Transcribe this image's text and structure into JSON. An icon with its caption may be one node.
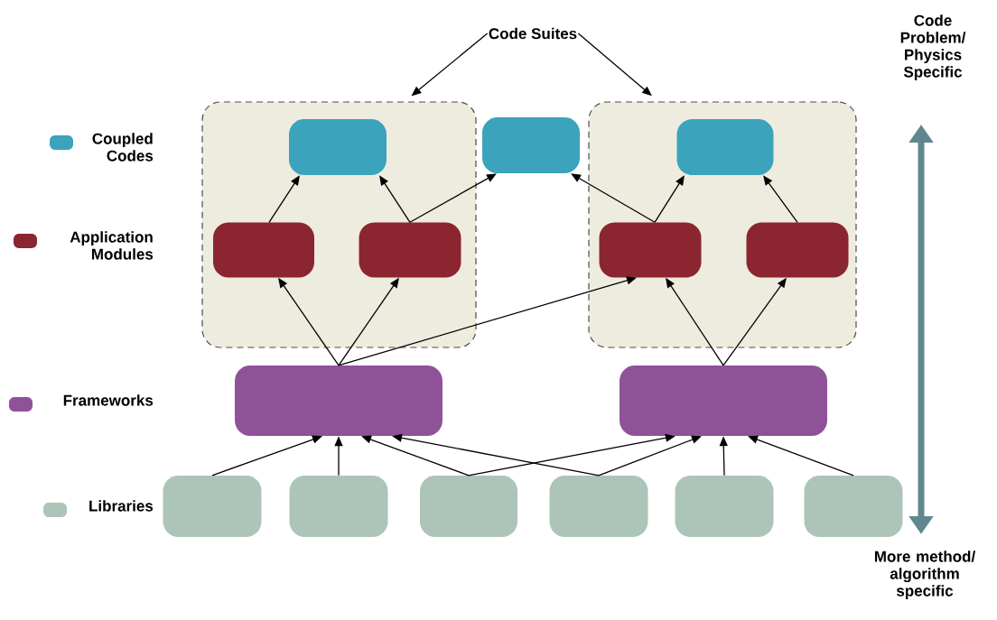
{
  "diagram": {
    "nodes": [
      {
        "text": [],
        "shape": "box"
      },
      {
        "text": [],
        "shape": "box"
      },
      {
        "text": [
          "Code Suites"
        ]
      },
      {
        "text": [],
        "shape": "box",
        "in": 0
      },
      {
        "text": [],
        "shape": "box"
      },
      {
        "text": [],
        "shape": "box",
        "in": 1
      },
      {
        "text": [],
        "shape": "box",
        "in": 0
      },
      {
        "text": [],
        "shape": "box",
        "in": 0
      },
      {
        "text": [],
        "shape": "box",
        "in": 1
      },
      {
        "text": [],
        "shape": "box",
        "in": 1
      },
      {
        "text": [],
        "shape": "box"
      },
      {
        "text": [],
        "shape": "box"
      },
      {
        "text": [],
        "shape": "box"
      },
      {
        "text": [],
        "shape": "box"
      },
      {
        "text": [],
        "shape": "box"
      },
      {
        "text": [],
        "shape": "box"
      },
      {
        "text": [],
        "shape": "box"
      },
      {
        "text": [],
        "shape": "box"
      }
    ],
    "edges": [
      {
        "from": 2,
        "to": 0,
        "arrow": "to"
      },
      {
        "from": 2,
        "to": 1,
        "arrow": "to"
      },
      {
        "from": 6,
        "to": 3,
        "arrow": "to"
      },
      {
        "from": 7,
        "to": 3,
        "arrow": "to"
      },
      {
        "from": 7,
        "to": 4,
        "arrow": "to"
      },
      {
        "from": 8,
        "to": 4,
        "arrow": "to"
      },
      {
        "from": 8,
        "to": 5,
        "arrow": "to"
      },
      {
        "from": 9,
        "to": 5,
        "arrow": "to"
      },
      {
        "from": 10,
        "to": 6,
        "arrow": "to"
      },
      {
        "from": 10,
        "to": 7,
        "arrow": "to"
      },
      {
        "from": 10,
        "to": 8,
        "arrow": "to"
      },
      {
        "from": 11,
        "to": 8,
        "arrow": "to"
      },
      {
        "from": 11,
        "to": 9,
        "arrow": "to"
      },
      {
        "from": 12,
        "to": 10,
        "arrow": "to"
      },
      {
        "from": 13,
        "to": 10,
        "arrow": "to"
      },
      {
        "from": 14,
        "to": 10,
        "arrow": "to"
      },
      {
        "from": 15,
        "to": 10,
        "arrow": "to"
      },
      {
        "from": 14,
        "to": 11,
        "arrow": "to"
      },
      {
        "from": 15,
        "to": 11,
        "arrow": "to"
      },
      {
        "from": 16,
        "to": 11,
        "arrow": "to"
      },
      {
        "from": 17,
        "to": 11,
        "arrow": "to"
      }
    ],
    "labels": [
      "Code Problem/ Physics Specific",
      "More method/ algorithm specific"
    ],
    "legend": [
      {
        "text": "Coupled Codes",
        "color": "#3ba3bb"
      },
      {
        "text": "Application Modules",
        "color": "#8b2630"
      },
      {
        "text": "Frameworks",
        "color": "#8f5299"
      },
      {
        "text": "Libraries",
        "color": "#adc5b9"
      }
    ]
  }
}
